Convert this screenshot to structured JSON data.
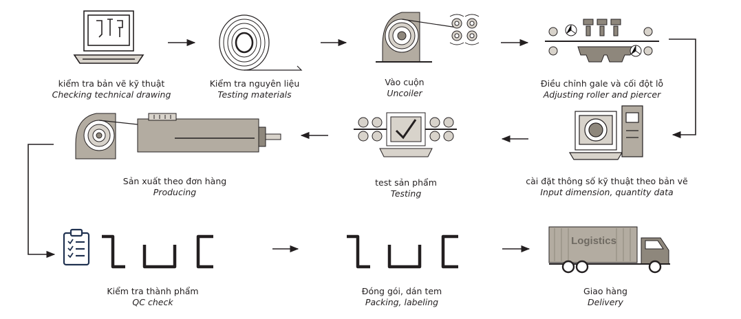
{
  "steps": [
    {
      "vi": "kiểm tra bản vẽ kỹ thuật",
      "en": "Checking technical drawing"
    },
    {
      "vi": "Kiểm tra nguyên liệu",
      "en": "Testing materials"
    },
    {
      "vi": "Vào cuộn",
      "en": "Uncoiler"
    },
    {
      "vi": "Điều chỉnh gale và cối đột lỗ",
      "en": "Adjusting roller and piercer"
    },
    {
      "vi": "cài đặt thông số kỹ thuật theo bản vẽ",
      "en": "Input dimension, quantity data"
    },
    {
      "vi": "test sản phẩm",
      "en": "Testing"
    },
    {
      "vi": "Sản xuất theo đơn hàng",
      "en": "Producing"
    },
    {
      "vi": "Kiểm tra thành phẩm",
      "en": "QC check"
    },
    {
      "vi": "Đóng gói, dán tem",
      "en": "Packing, labeling"
    },
    {
      "vi": "Giao hàng",
      "en": "Delivery"
    }
  ],
  "truck_label": "Logistics",
  "colors": {
    "taupe": "#b3aca1",
    "taupe_dark": "#8e877c",
    "line": "#231f20",
    "navy": "#1f3150"
  },
  "icons": [
    "computer-drawing-icon",
    "coil-icon",
    "uncoiler-icon",
    "roller-piercer-icon",
    "control-cabinet-icon",
    "test-computer-icon",
    "production-machine-icon",
    "qc-clipboard-icon",
    "profile-shapes-icon",
    "truck-icon"
  ]
}
